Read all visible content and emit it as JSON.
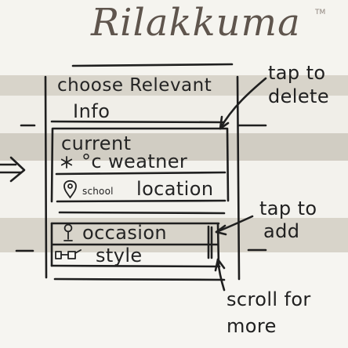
{
  "brand": {
    "name": "Rilakkuma",
    "mark": "TM"
  },
  "card": {
    "heading_line_1": "choose Relevant",
    "heading_line_2": "Info",
    "items": [
      {
        "label": "current",
        "icon": ""
      },
      {
        "label": "°c weatner",
        "icon": "asterisk-icon"
      },
      {
        "label": "location",
        "icon": "location-pin-icon",
        "small_label": "school"
      },
      {
        "label": "occasion",
        "icon": "person-icon"
      },
      {
        "label": "style",
        "icon": "glasses-icon"
      }
    ]
  },
  "annotations": {
    "delete": [
      "tap to",
      "delete"
    ],
    "add": [
      "tap to",
      "add"
    ],
    "scroll": [
      "scroll for",
      "more"
    ]
  }
}
